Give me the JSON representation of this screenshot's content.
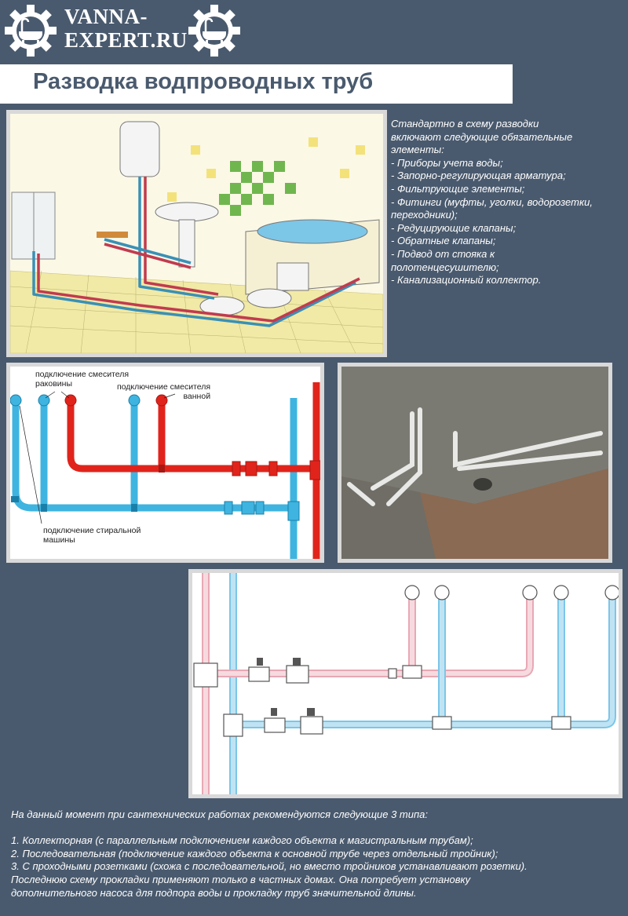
{
  "header": {
    "logo_line1": "VANNA-",
    "logo_line2": "EXPERT.RU",
    "title": "Разводка водпроводных труб"
  },
  "intro": {
    "lines": [
      "Стандартно в схему разводки",
      "включают следующие обязательные",
      "элементы:",
      "- Приборы учета воды;",
      "- Запорно-регулирующая арматура;",
      "- Фильтрующие элементы;",
      "- Фитинги (муфты, уголки, водорозетки,",
      "переходники);",
      "- Редуцирующие клапаны;",
      "- Обратные клапаны;",
      "- Подвод от стояка к",
      "полотенцесушителю;",
      "- Канализационный коллектор."
    ]
  },
  "diagram1": {
    "label_sink_line1": "подключение смесителя",
    "label_sink_line2": "раковины",
    "label_bath_line1": "подключение смесителя",
    "label_bath_line2": "ванной",
    "label_washer_line1": "подключение стиральной",
    "label_washer_line2": "машины"
  },
  "bottom": {
    "lines": [
      "На данный момент при сантехнических работах рекомендуются следующие 3 типа:",
      "",
      "1. Коллекторная (с параллельным подключением каждого объекта к магистральным трубам);",
      "2. Последовательная (подключение каждого объекта к основной трубе через отдельный тройник);",
      "3. С проходными розетками (схожа с последовательной, но вместо тройников устанавливают розетки).",
      "Последнюю схему прокладки применяют только в частных домах. Она потребует установку",
      "дополнительного насоса для подпора воды и прокладку труб значительной длины."
    ]
  },
  "colors": {
    "background": "#4a5a6e",
    "cold_pipe": "#3fb4e0",
    "hot_pipe": "#e0241c",
    "frame_border": "#d9d9d9"
  }
}
